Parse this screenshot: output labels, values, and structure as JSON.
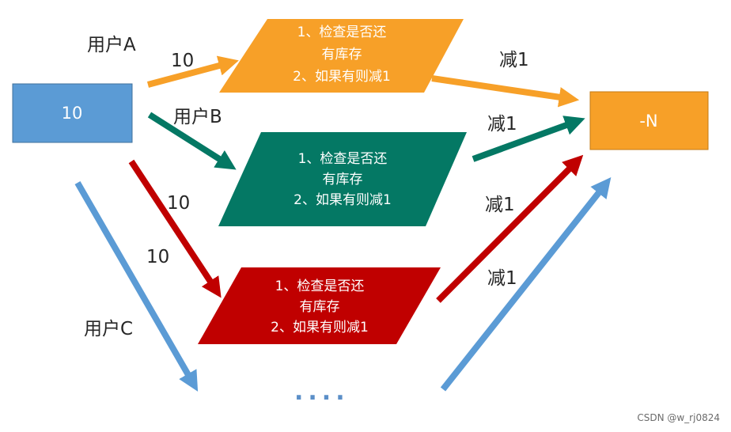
{
  "colors": {
    "start_box": "#5b9bd5",
    "end_box": "#f7a028",
    "orange": "#f7a028",
    "green": "#047864",
    "red": "#c00000",
    "blue": "#5b9bd5"
  },
  "start_box": {
    "label": "10"
  },
  "end_box": {
    "label": "-N"
  },
  "users": {
    "a": "用户A",
    "b": "用户B",
    "c": "用户C"
  },
  "edge_labels": {
    "a_in": "10",
    "b_in": "10",
    "c_in": "10",
    "a_out": "减1",
    "b_out": "减1",
    "c_out": "减1",
    "d_out": "减1"
  },
  "process_a": {
    "line1": "1、检查是否还",
    "line2": "有库存",
    "line3": "2、如果有则减1"
  },
  "process_b": {
    "line1": "1、检查是否还",
    "line2": "有库存",
    "line3": "2、如果有则减1"
  },
  "process_c": {
    "line1": "1、检查是否还",
    "line2": "有库存",
    "line3": "2、如果有则减1"
  },
  "ellipsis": "....",
  "watermark": "CSDN @w_rj0824"
}
